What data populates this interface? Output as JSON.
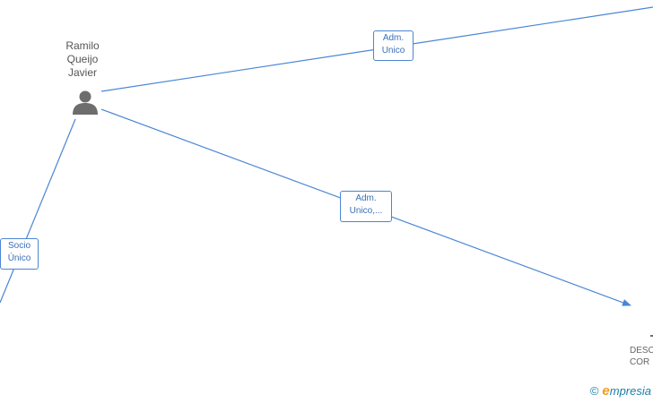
{
  "nodes": {
    "person": {
      "name_lines": "Ramilo\nQueijo\nJavier",
      "icon": "person-icon"
    },
    "company": {
      "name_partial": "DESC\nCOR"
    }
  },
  "edges": [
    {
      "id": "adm-unico-top",
      "label": "Adm.\nUnico"
    },
    {
      "id": "adm-unico-mid",
      "label": "Adm.\nUnico,..."
    },
    {
      "id": "socio-unico",
      "label": "Socio\nÚnico"
    }
  ],
  "footer": {
    "copyright_symbol": "©",
    "brand_first_letter": "e",
    "brand_rest": "mpresia"
  },
  "colors": {
    "edge": "#4a86d4",
    "person_icon": "#6d6d6d",
    "brand_orange": "#f39a1e",
    "brand_blue": "#1a7fa8"
  }
}
